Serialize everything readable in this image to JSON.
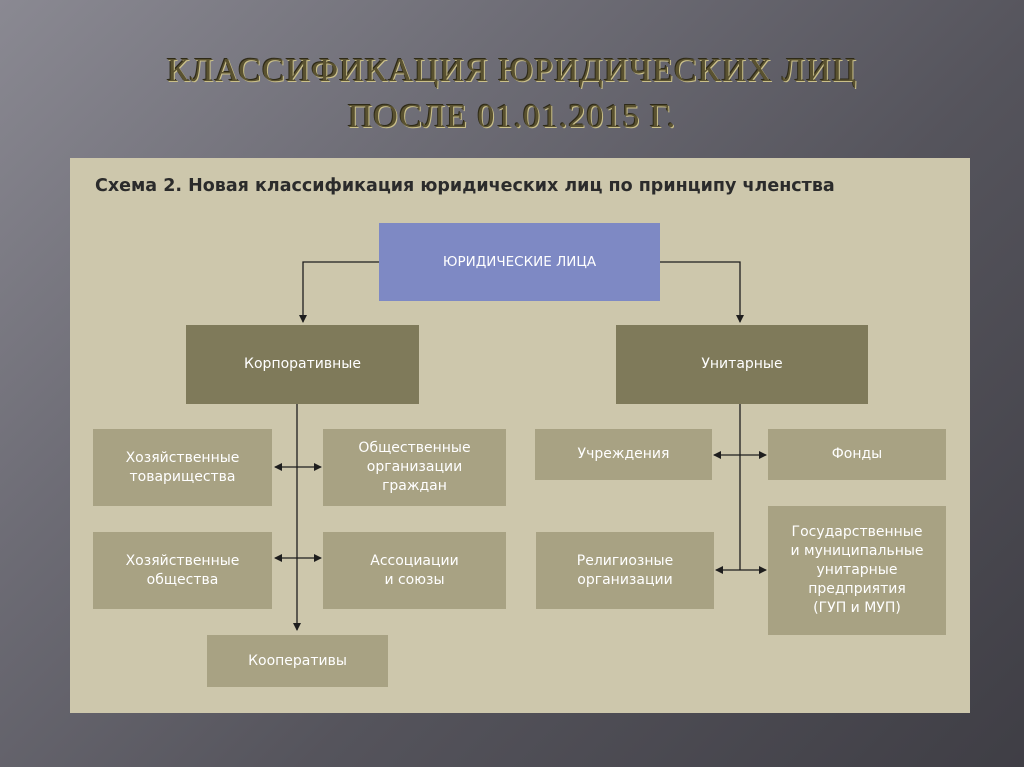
{
  "slide": {
    "title_line1": "КЛАССИФИКАЦИЯ ЮРИДИЧЕСКИХ ЛИЦ",
    "title_line2": "ПОСЛЕ 01.01.2015 г."
  },
  "diagram": {
    "caption": "Схема 2. Новая классификация юридических лиц по принципу членства",
    "root": "ЮРИДИЧЕСКИЕ ЛИЦА",
    "corporate": {
      "label": "Корпоративные",
      "items": [
        "Хозяйственные\nтоварищества",
        "Общественные\nорганизации\nграждан",
        "Хозяйственные\nобщества",
        "Ассоциации\nи союзы",
        "Кооперативы"
      ]
    },
    "unitary": {
      "label": "Унитарные",
      "items": [
        "Учреждения",
        "Фонды",
        "Религиозные\nорганизации",
        "Государственные\nи муниципальные\nунитарные\nпредприятия\n(ГУП и МУП)"
      ]
    }
  },
  "colors": {
    "panel": "#cdc7ac",
    "root_box": "#7e89c4",
    "category_box": "#7f7a5a",
    "leaf_box": "#a8a283"
  }
}
